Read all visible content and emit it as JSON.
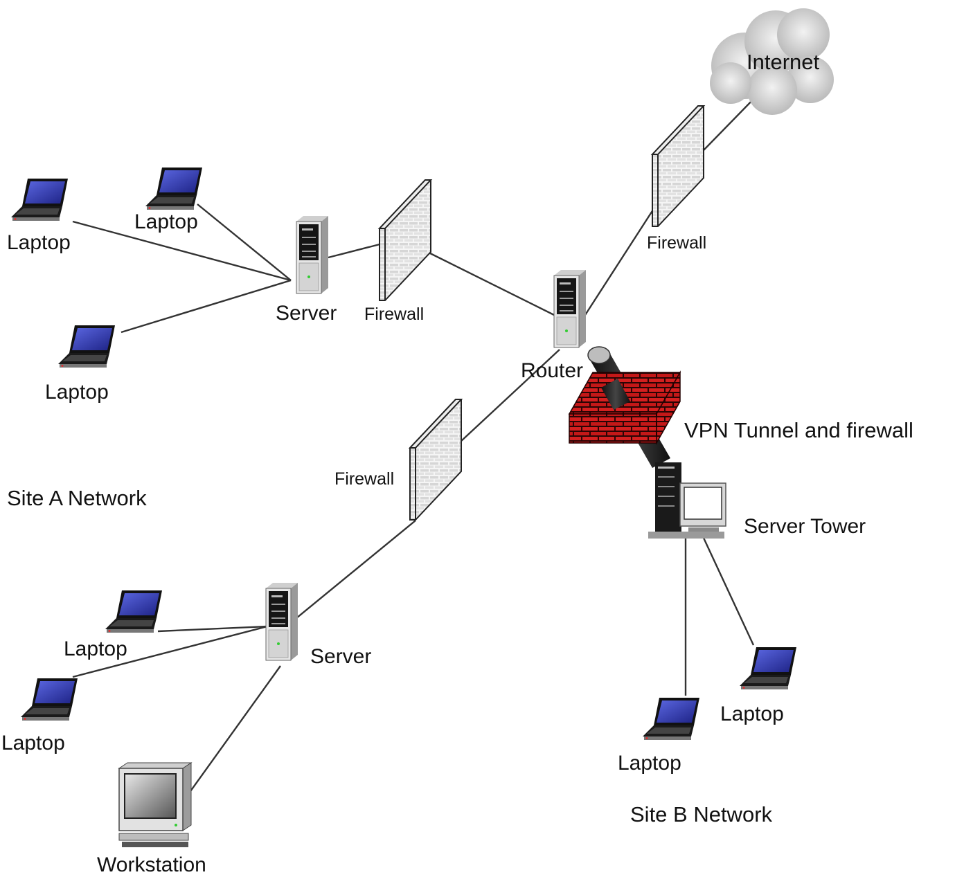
{
  "labels": {
    "internet": "Internet",
    "firewall_top": "Firewall",
    "firewall_mid": "Firewall",
    "firewall_low": "Firewall",
    "router": "Router",
    "vpn": "VPN Tunnel and firewall",
    "server_a_top": "Server",
    "server_a_bottom": "Server",
    "server_tower": "Server Tower",
    "site_a": "Site A Network",
    "site_b": "Site B Network",
    "laptop_a1": "Laptop",
    "laptop_a2": "Laptop",
    "laptop_a3": "Laptop",
    "laptop_a4": "Laptop",
    "laptop_a5": "Laptop",
    "laptop_b1": "Laptop",
    "laptop_b2": "Laptop",
    "workstation": "Workstation"
  },
  "colors": {
    "line": "#333333",
    "laptop_screen": "#2b2f9c",
    "firewall_brick": "#c81e1e",
    "cloud": "#c9c9c9"
  },
  "icons": [
    "cloud-icon",
    "firewall-icon",
    "server-icon",
    "router-icon",
    "laptop-icon",
    "workstation-icon",
    "brick-firewall-icon",
    "vpn-tunnel-icon"
  ]
}
